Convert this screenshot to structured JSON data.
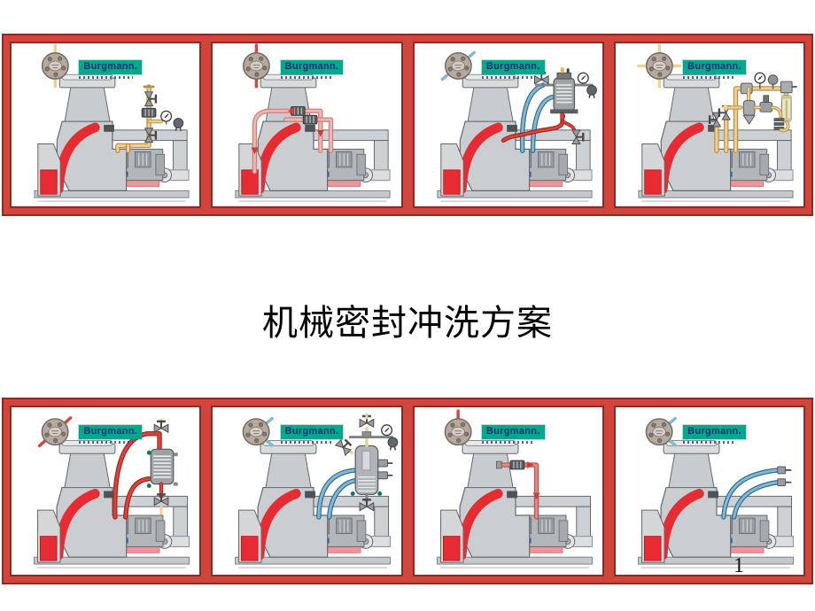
{
  "slide": {
    "title": "机械密封冲洗方案",
    "page_number": "1"
  },
  "logo": {
    "label": "Burgmann."
  },
  "colors": {
    "frame_red": "#d2453c",
    "frame_edge": "#8c2b22",
    "pump_gray": "#cbced0",
    "pump_stroke": "#63676b",
    "pump_light": "#dcdee0",
    "pump_dark": "#989da1",
    "impeller_red": "#e62b33",
    "fluid_pink": "#f0949a",
    "yellow_core": "#edd092",
    "yellow_edge": "#bd8f44",
    "pink_core": "#edb4b1",
    "pink_edge": "#c9827f",
    "blue_core": "#85b8d2",
    "blue_edge": "#2f6f93",
    "red_core": "#d8453e",
    "red_edge": "#a8241f",
    "softred_core": "#e08a86",
    "softred_edge": "#b8524e",
    "gray_pipe": "#7e8284",
    "logo_teal": "#00a98c",
    "logo_navy": "#1d2e73",
    "flange_tan": "#b5aaa0",
    "flange_stroke": "#74695f",
    "vessel_gray": "#9fa3a5",
    "green_dot": "#0c7a55",
    "valve_gray": "#9b9ea0",
    "metal_dark": "#5a5e62",
    "rotameter": "#ece6b9"
  },
  "panels": [
    {
      "name": "panel-1-quench-yellow",
      "plan": "p1",
      "pipe": "yellow",
      "stub_color": "yellow_core",
      "stub_angles": [
        -90,
        90
      ],
      "equipment": [
        "pipe-flange-icon",
        "burgmann-logo",
        "centrifugal-pump-cross-section",
        "shutoff-valve",
        "shutoff-valve",
        "orifice-coil",
        "pressure-gauge",
        "regulator-knob"
      ]
    },
    {
      "name": "panel-2-recirculation-pink",
      "plan": "p2",
      "pipe": "pink",
      "stub_color": "red_core",
      "stub_angles": [
        -90,
        90
      ],
      "equipment": [
        "pipe-flange-icon",
        "burgmann-logo",
        "centrifugal-pump-cross-section",
        "orifice-block",
        "orifice-block",
        "flow-arrow",
        "flow-arrow",
        "flow-arrow"
      ]
    },
    {
      "name": "panel-3-cooler-circulation-blue",
      "plan": "p3",
      "pipe": "blue",
      "stub_color": "blue_core",
      "stub_angles": [
        -40,
        140
      ],
      "equipment": [
        "pipe-flange-icon",
        "burgmann-logo",
        "centrifugal-pump-cross-section",
        "finned-cooler-vessel",
        "shutoff-valve",
        "pressure-gauge",
        "regulator-knob",
        "shutoff-valve"
      ]
    },
    {
      "name": "panel-4-gas-supply-panel-yellow",
      "plan": "p4",
      "pipe": "yellow",
      "stub_color": "yellow_core",
      "stub_angles": [
        0,
        90,
        180,
        -90
      ],
      "equipment": [
        "pipe-flange-icon",
        "burgmann-logo",
        "centrifugal-pump-cross-section",
        "shutoff-valve",
        "shutoff-valve",
        "check-valve",
        "pressure-gauge",
        "pressure-switch",
        "filter",
        "pressure-regulator",
        "orifice-coil",
        "flow-meter"
      ]
    },
    {
      "name": "panel-5-cooler-red",
      "plan": "p5",
      "pipe": "red",
      "stub_color": "red_core",
      "stub_angles": [
        -42,
        138
      ],
      "equipment": [
        "pipe-flange-icon",
        "burgmann-logo",
        "centrifugal-pump-cross-section",
        "finned-cooler-vessel",
        "shutoff-valve",
        "shutoff-valve"
      ]
    },
    {
      "name": "panel-6-thermosiphon-reservoir-blue",
      "plan": "p6",
      "pipe": "blue",
      "stub_color": "blue_core",
      "stub_angles": [
        -40,
        40
      ],
      "equipment": [
        "pipe-flange-icon",
        "burgmann-logo",
        "centrifugal-pump-cross-section",
        "reservoir-vessel",
        "shutoff-valve",
        "shutoff-valve",
        "pressure-gauge",
        "regulator-knob",
        "level-switch",
        "level-switch"
      ]
    },
    {
      "name": "panel-7-simple-recirculation-red",
      "plan": "p7",
      "pipe": "softred",
      "stub_color": "red_core",
      "stub_angles": [
        -90
      ],
      "equipment": [
        "pipe-flange-icon",
        "burgmann-logo",
        "centrifugal-pump-cross-section",
        "orifice-block",
        "flow-arrow",
        "flow-arrow"
      ]
    },
    {
      "name": "panel-8-external-flush-blue",
      "plan": "p8",
      "pipe": "blue",
      "stub_color": "blue_core",
      "stub_angles": [
        -40,
        40
      ],
      "equipment": [
        "pipe-flange-icon",
        "burgmann-logo",
        "centrifugal-pump-cross-section",
        "open-connector",
        "open-connector"
      ]
    }
  ]
}
